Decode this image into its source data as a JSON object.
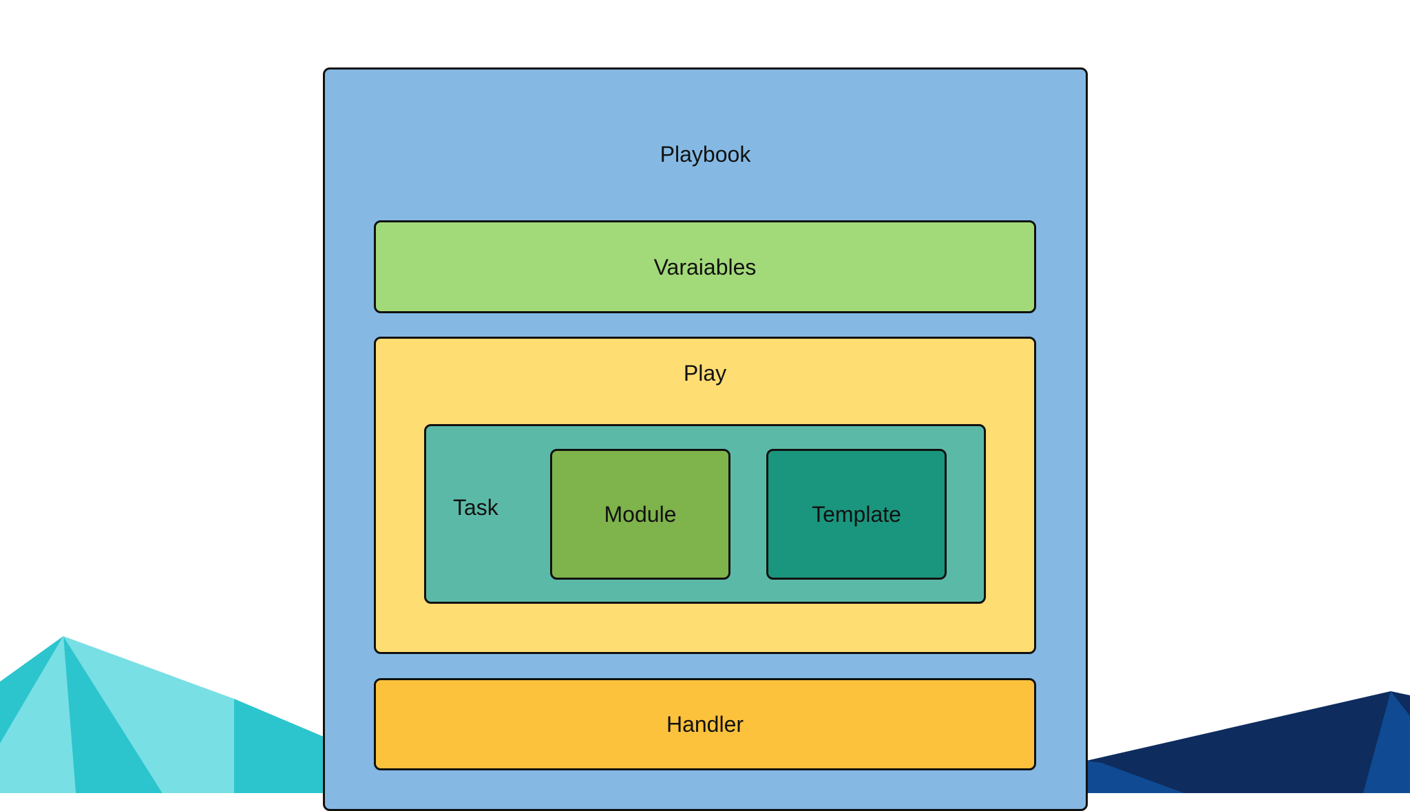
{
  "diagram": {
    "playbook": {
      "label": "Playbook",
      "color": "#85B9E4"
    },
    "variables": {
      "label": "Varaiables",
      "color": "#A3DA79"
    },
    "play": {
      "label": "Play",
      "color": "#FEDD73"
    },
    "task": {
      "label": "Task",
      "color": "#5BBAA7"
    },
    "module": {
      "label": "Module",
      "color": "#7FB34B"
    },
    "template": {
      "label": "Template",
      "color": "#1A967E"
    },
    "handler": {
      "label": "Handler",
      "color": "#FDC23C"
    }
  },
  "decoration": {
    "left_colors": [
      "#2CC5CE",
      "#78DFE5",
      "#5CD7DE"
    ],
    "right_colors": [
      "#0E2C5E",
      "#0F4A92",
      "#1F63B5"
    ]
  }
}
